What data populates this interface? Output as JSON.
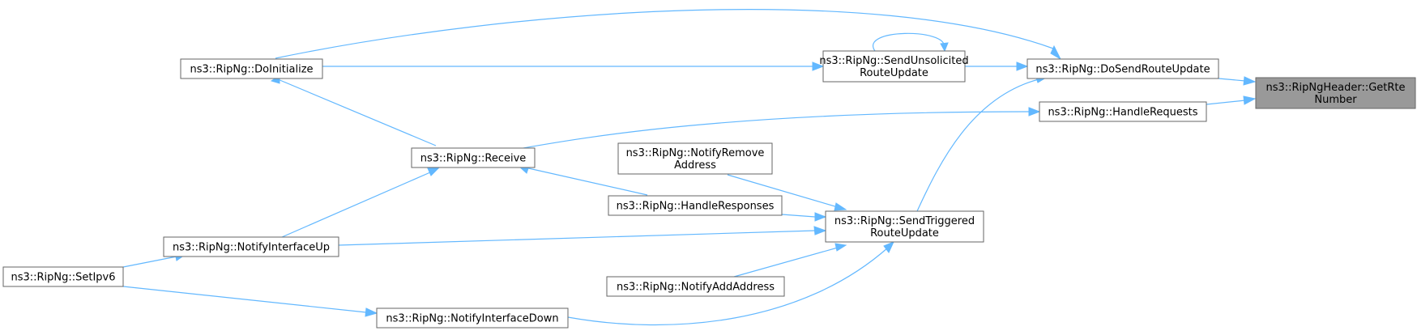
{
  "diagram": {
    "type": "call-graph",
    "edge_color": "#63b8ff",
    "node_border": "#666666",
    "focus_fill": "#999999",
    "nodes": {
      "getrte": {
        "lines": [
          "ns3::RipNgHeader::GetRte",
          "Number"
        ]
      },
      "dosend": {
        "lines": [
          "ns3::RipNg::DoSendRouteUpdate"
        ]
      },
      "handlereq": {
        "lines": [
          "ns3::RipNg::HandleRequests"
        ]
      },
      "sendunsol": {
        "lines": [
          "ns3::RipNg::SendUnsolicited",
          "RouteUpdate"
        ]
      },
      "doinit": {
        "lines": [
          "ns3::RipNg::DoInitialize"
        ]
      },
      "receive": {
        "lines": [
          "ns3::RipNg::Receive"
        ]
      },
      "notifyremove": {
        "lines": [
          "ns3::RipNg::NotifyRemove",
          "Address"
        ]
      },
      "handleresp": {
        "lines": [
          "ns3::RipNg::HandleResponses"
        ]
      },
      "sendtrig": {
        "lines": [
          "ns3::RipNg::SendTriggered",
          "RouteUpdate"
        ]
      },
      "notifyup": {
        "lines": [
          "ns3::RipNg::NotifyInterfaceUp"
        ]
      },
      "setipv6": {
        "lines": [
          "ns3::RipNg::SetIpv6"
        ]
      },
      "notifyadd": {
        "lines": [
          "ns3::RipNg::NotifyAddAddress"
        ]
      },
      "notifydown": {
        "lines": [
          "ns3::RipNg::NotifyInterfaceDown"
        ]
      }
    },
    "edges": [
      {
        "from": "dosend",
        "to": "getrte"
      },
      {
        "from": "handlereq",
        "to": "getrte"
      },
      {
        "from": "sendunsol",
        "to": "dosend"
      },
      {
        "from": "doinit",
        "to": "dosend"
      },
      {
        "from": "sendtrig",
        "to": "dosend"
      },
      {
        "from": "receive",
        "to": "handlereq"
      },
      {
        "from": "sendunsol",
        "to": "sendunsol"
      },
      {
        "from": "doinit",
        "to": "sendunsol"
      },
      {
        "from": "receive",
        "to": "doinit"
      },
      {
        "from": "notifyup",
        "to": "receive"
      },
      {
        "from": "receive",
        "to": "handleresp"
      },
      {
        "from": "handleresp",
        "to": "sendtrig"
      },
      {
        "from": "notifyremove",
        "to": "sendtrig"
      },
      {
        "from": "notifyup",
        "to": "sendtrig"
      },
      {
        "from": "notifyadd",
        "to": "sendtrig"
      },
      {
        "from": "notifydown",
        "to": "sendtrig"
      },
      {
        "from": "setipv6",
        "to": "notifyup"
      },
      {
        "from": "setipv6",
        "to": "notifydown"
      }
    ]
  }
}
